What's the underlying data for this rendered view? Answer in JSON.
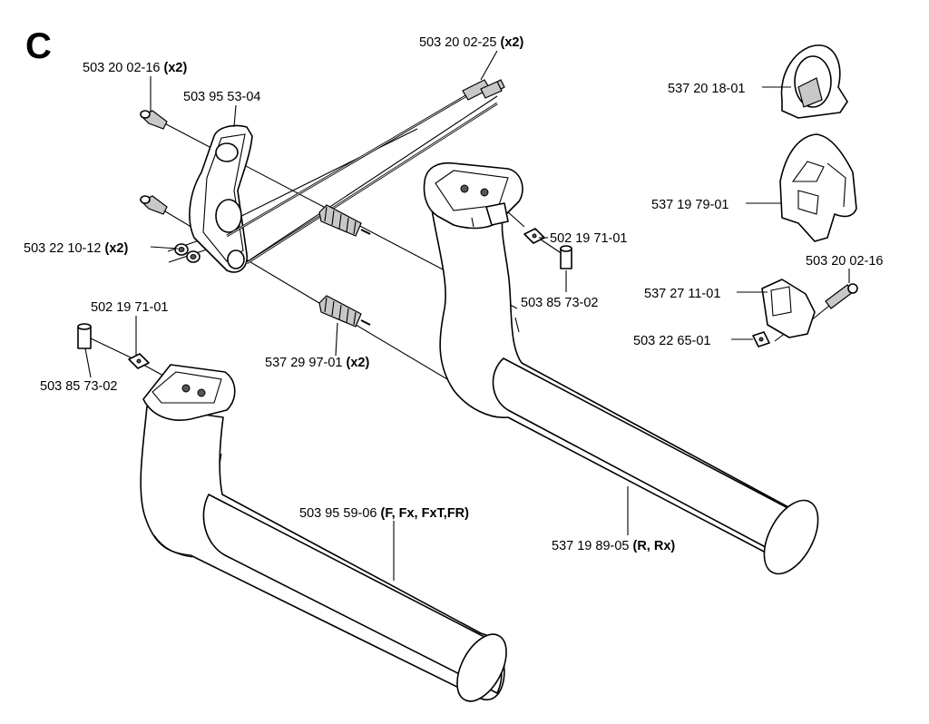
{
  "section_letter": "C",
  "labels": {
    "screw_x2_left": {
      "part": "503 20 02-16",
      "qty": "(x2)"
    },
    "screw_x2_long": {
      "part": "503 20 02-25",
      "qty": "(x2)"
    },
    "bracket": {
      "part": "503 95 53-04"
    },
    "nut_x2": {
      "part": "503 22 10-12",
      "qty": "(x2)"
    },
    "spring_x2": {
      "part": "537 29 97-01",
      "qty": "(x2)"
    },
    "square_nut_right": {
      "part": "502 19 71-01"
    },
    "spacer_right": {
      "part": "503 85 73-02"
    },
    "square_nut_left": {
      "part": "502 19 71-01"
    },
    "spacer_left": {
      "part": "503 85 73-02"
    },
    "handle_left": {
      "part": "503 95 59-06",
      "qty": "(F, Fx, FxT,FR)"
    },
    "handle_right": {
      "part": "537 19 89-05",
      "qty": "(R, Rx)"
    },
    "clip_top": {
      "part": "537 20 18-01"
    },
    "clip_mid": {
      "part": "537 19 79-01"
    },
    "screw_single": {
      "part": "503 20 02-16"
    },
    "clip_small": {
      "part": "537 27 11-01"
    },
    "nut_single": {
      "part": "503 22 65-01"
    }
  }
}
